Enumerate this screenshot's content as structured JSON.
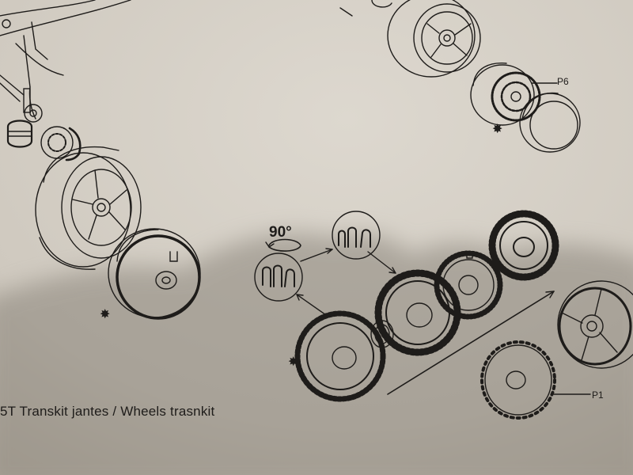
{
  "caption": "5T Transkit jantes / Wheels trasnkit",
  "labels": {
    "part_p6": "P6",
    "part_p1": "P1",
    "rotation": "90°"
  },
  "colors": {
    "paper": "#d6d1c8",
    "shadow": "#8f897e",
    "ink": "#1e1c1a"
  }
}
